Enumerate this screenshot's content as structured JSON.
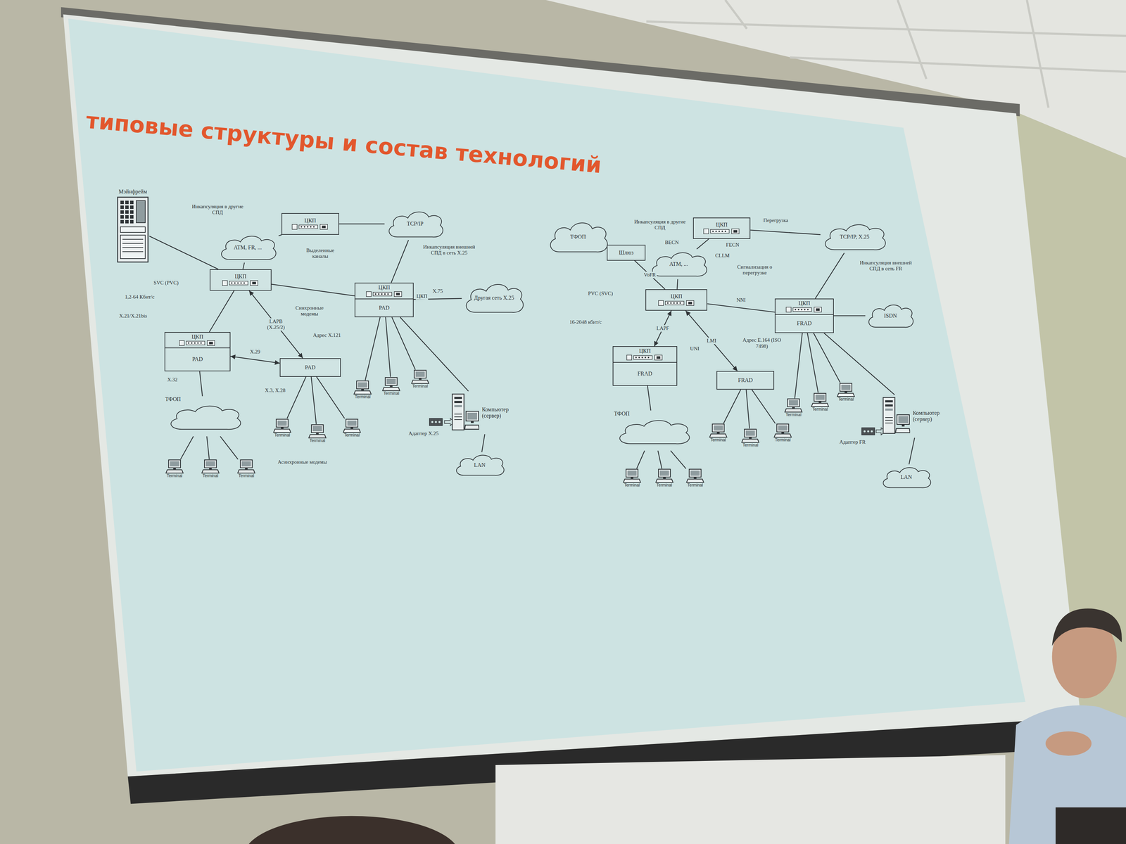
{
  "diagram": {
    "title": "типовые структуры и состав технологий",
    "nodes": [
      {
        "text": [
          "Мэйнфрейм"
        ]
      },
      {
        "text": [
          "ATM, FR, ..."
        ]
      },
      {
        "text": [
          "ЦКП"
        ]
      },
      {
        "text": [
          "TCP/IP"
        ]
      },
      {
        "text": [
          "ЦКП"
        ]
      },
      {
        "text": [
          "ЦКП",
          "PAD"
        ]
      },
      {
        "text": [
          "Другая сеть X.25"
        ]
      },
      {
        "text": [
          "ЦКП",
          "PAD"
        ]
      },
      {
        "text": [
          "PAD"
        ]
      },
      {
        "text": [
          "ТФОП"
        ]
      },
      {
        "text": [
          "Terminal"
        ]
      },
      {
        "text": [
          "Terminal"
        ]
      },
      {
        "text": [
          "Terminal"
        ]
      },
      {
        "text": [
          "Terminal"
        ]
      },
      {
        "text": [
          "Terminal"
        ]
      },
      {
        "text": [
          "Terminal"
        ]
      },
      {
        "text": [
          "Terminal"
        ]
      },
      {
        "text": [
          "Terminal"
        ]
      },
      {
        "text": [
          "Terminal"
        ]
      },
      {
        "text": [
          "Компьютер (сервер)"
        ]
      },
      {
        "text": [
          "LAN"
        ]
      },
      {
        "text": [
          "ТФОП"
        ]
      },
      {
        "text": [
          "Шлюз"
        ]
      },
      {
        "text": [
          "ATM, ..."
        ]
      },
      {
        "text": [
          "ЦКП"
        ]
      },
      {
        "text": [
          "TCP/IP, X.25"
        ]
      },
      {
        "text": [
          "ЦКП"
        ]
      },
      {
        "text": [
          "ЦКП",
          "FRAD"
        ]
      },
      {
        "text": [
          "ISDN"
        ]
      },
      {
        "text": [
          "ЦКП",
          "FRAD"
        ]
      },
      {
        "text": [
          "FRAD"
        ]
      },
      {
        "text": [
          "ТФОП"
        ]
      },
      {
        "text": [
          "Terminal"
        ]
      },
      {
        "text": [
          "Terminal"
        ]
      },
      {
        "text": [
          "Terminal"
        ]
      },
      {
        "text": [
          "Terminal"
        ]
      },
      {
        "text": [
          "Terminal"
        ]
      },
      {
        "text": [
          "Terminal"
        ]
      },
      {
        "text": [
          "Terminal"
        ]
      },
      {
        "text": [
          "Terminal"
        ]
      },
      {
        "text": [
          "Terminal"
        ]
      },
      {
        "text": [
          "Компьютер (сервер)"
        ]
      },
      {
        "text": [
          "LAN"
        ]
      }
    ],
    "edges": [
      {
        "from": 0,
        "to": 4,
        "arrow": "none"
      },
      {
        "from": 4,
        "to": 1,
        "arrow": "none"
      },
      {
        "from": 1,
        "to": 2,
        "arrow": "none"
      },
      {
        "from": 2,
        "to": 3,
        "arrow": "none"
      },
      {
        "from": 3,
        "to": 5,
        "arrow": "none"
      },
      {
        "from": 4,
        "to": 5,
        "arrow": "none"
      },
      {
        "from": 5,
        "to": 6,
        "label": "X.75",
        "arrow": "none"
      },
      {
        "from": 4,
        "to": 7,
        "arrow": "none"
      },
      {
        "from": 4,
        "to": 8,
        "label": "LAPB (X.25/2)",
        "arrow": "both"
      },
      {
        "from": 7,
        "to": 8,
        "label": "X.29",
        "arrow": "both"
      },
      {
        "from": 7,
        "to": 9,
        "arrow": "none"
      },
      {
        "from": 9,
        "to": 10,
        "arrow": "none"
      },
      {
        "from": 9,
        "to": 11,
        "arrow": "none"
      },
      {
        "from": 9,
        "to": 12,
        "arrow": "none"
      },
      {
        "from": 8,
        "to": 13,
        "arrow": "none"
      },
      {
        "from": 8,
        "to": 14,
        "arrow": "none"
      },
      {
        "from": 8,
        "to": 15,
        "arrow": "none"
      },
      {
        "from": 5,
        "to": 16,
        "arrow": "none"
      },
      {
        "from": 5,
        "to": 17,
        "arrow": "none"
      },
      {
        "from": 5,
        "to": 18,
        "arrow": "none"
      },
      {
        "from": 5,
        "to": 19,
        "arrow": "none"
      },
      {
        "from": 19,
        "to": 20,
        "arrow": "none"
      },
      {
        "from": 22,
        "to": 26,
        "label": "VoFR",
        "arrow": "none"
      },
      {
        "from": 26,
        "to": 23,
        "arrow": "none"
      },
      {
        "from": 23,
        "to": 24,
        "arrow": "none"
      },
      {
        "from": 24,
        "to": 25,
        "arrow": "none"
      },
      {
        "from": 25,
        "to": 27,
        "arrow": "none"
      },
      {
        "from": 26,
        "to": 27,
        "label": "NNI",
        "arrow": "none"
      },
      {
        "from": 27,
        "to": 28,
        "arrow": "none"
      },
      {
        "from": 26,
        "to": 29,
        "label": "LAPF",
        "arrow": "both"
      },
      {
        "from": 26,
        "to": 30,
        "label": "LMI",
        "arrow": "both"
      },
      {
        "from": 29,
        "to": 31,
        "arrow": "none"
      },
      {
        "from": 31,
        "to": 32,
        "arrow": "none"
      },
      {
        "from": 31,
        "to": 33,
        "arrow": "none"
      },
      {
        "from": 31,
        "to": 34,
        "arrow": "none"
      },
      {
        "from": 30,
        "to": 35,
        "arrow": "none"
      },
      {
        "from": 30,
        "to": 36,
        "arrow": "none"
      },
      {
        "from": 30,
        "to": 37,
        "arrow": "none"
      },
      {
        "from": 27,
        "to": 38,
        "arrow": "none"
      },
      {
        "from": 27,
        "to": 39,
        "arrow": "none"
      },
      {
        "from": 27,
        "to": 40,
        "arrow": "none"
      },
      {
        "from": 27,
        "to": 41,
        "arrow": "none"
      },
      {
        "from": 41,
        "to": 42,
        "arrow": "none"
      }
    ],
    "labels": [
      "Инкапсуляция в другие СПД",
      "Выделенные каналы",
      "Инкапсуляция внешней СПД в сеть X.25",
      "SVC (PVC)",
      "1,2-64 Кбит/с",
      "X.21/X.21bis",
      "Синхронные модемы",
      "ЦКП",
      "Адрес X.121",
      "X.32",
      "X.3, X.28",
      "Асинхронные модемы",
      "Адаптер X.25",
      "Инкапсуляция в другие СПД",
      "BECN",
      "FECN",
      "Перегрузка",
      "CLLM",
      "Сигнализация о перегрузке",
      "Инкапсуляция внешней СПД в сеть FR",
      "PVC (SVC)",
      "16-2048 кбит/с",
      "UNI",
      "Адрес E.164 (ISO 7498)",
      "Адаптер FR"
    ]
  }
}
